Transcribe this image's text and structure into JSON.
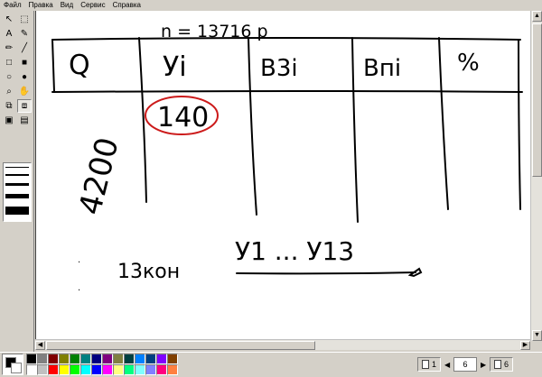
{
  "menu": {
    "items": [
      "Файл",
      "Правка",
      "Вид",
      "Сервис",
      "Справка"
    ]
  },
  "tools": [
    {
      "name": "select-icon",
      "glyph": "↖"
    },
    {
      "name": "free-select-icon",
      "glyph": "⬚"
    },
    {
      "name": "text-icon",
      "glyph": "A"
    },
    {
      "name": "pen-icon",
      "glyph": "✎"
    },
    {
      "name": "pencil-icon",
      "glyph": "✏"
    },
    {
      "name": "brush-icon",
      "glyph": "╱"
    },
    {
      "name": "rectangle-icon",
      "glyph": "□"
    },
    {
      "name": "filled-rectangle-icon",
      "glyph": "■"
    },
    {
      "name": "ellipse-icon",
      "glyph": "○"
    },
    {
      "name": "filled-ellipse-icon",
      "glyph": "●"
    },
    {
      "name": "zoom-icon",
      "glyph": "⌕"
    },
    {
      "name": "hand-icon",
      "glyph": "✋"
    },
    {
      "name": "insert-page-icon",
      "glyph": "⧉"
    },
    {
      "name": "select-page-icon",
      "glyph": "⧈"
    },
    {
      "name": "screen-icon",
      "glyph": "▣"
    },
    {
      "name": "window-icon",
      "glyph": "▤"
    }
  ],
  "palette": {
    "foreground": "#000000",
    "background": "#ffffff",
    "colors": [
      "#000000",
      "#808080",
      "#800000",
      "#808000",
      "#008000",
      "#008080",
      "#000080",
      "#800080",
      "#808040",
      "#004040",
      "#0080ff",
      "#004080",
      "#8000ff",
      "#804000",
      "#ffffff",
      "#c0c0c0",
      "#ff0000",
      "#ffff00",
      "#00ff00",
      "#00ffff",
      "#0000ff",
      "#ff00ff",
      "#ffff80",
      "#00ff80",
      "#80ffff",
      "#8080ff",
      "#ff0080",
      "#ff8040"
    ]
  },
  "pager": {
    "first_page_label": "1",
    "current_page": "6",
    "last_page_label": "6"
  },
  "canvas": {
    "handwriting": {
      "top_note": "n = 13716 р",
      "headers": [
        "Q",
        "Уi",
        "В3i",
        "Впi",
        "%"
      ],
      "first_col_value": "4200",
      "circled_value": "140",
      "bottom_left": "13кон",
      "bottom_range": "У1 ... У13"
    },
    "circle_color": "#cc1a1a"
  }
}
